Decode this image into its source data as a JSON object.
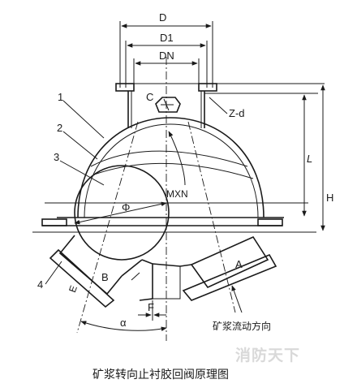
{
  "labels": {
    "D": "D",
    "D1": "D1",
    "DN": "DN",
    "C": "C",
    "Zd": "Z-d",
    "L": "L",
    "H": "H",
    "MXN": "MXN",
    "Phi": "Φ",
    "A": "A",
    "B": "B",
    "E": "E",
    "F": "F",
    "alpha": "α",
    "part1": "1",
    "part2": "2",
    "part3": "3",
    "part4": "4"
  },
  "flow_direction": "矿浆流动方向",
  "caption": "矿浆转向止衬胶回阀原理图",
  "watermark": "消防天下"
}
